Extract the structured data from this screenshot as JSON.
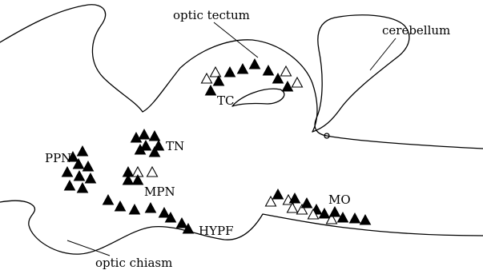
{
  "labels": {
    "optic_tectum": "optic tectum",
    "cerebellum": "cerebellum",
    "tc": "TC",
    "tn": "TN",
    "ppn": "PPN",
    "mpn": "MPN",
    "mo": "MO",
    "hypf": "HYPF",
    "optic_chiasm": "optic chiasm"
  },
  "legend_symbols": {
    "filled": "filled triangle",
    "open": "open triangle"
  }
}
